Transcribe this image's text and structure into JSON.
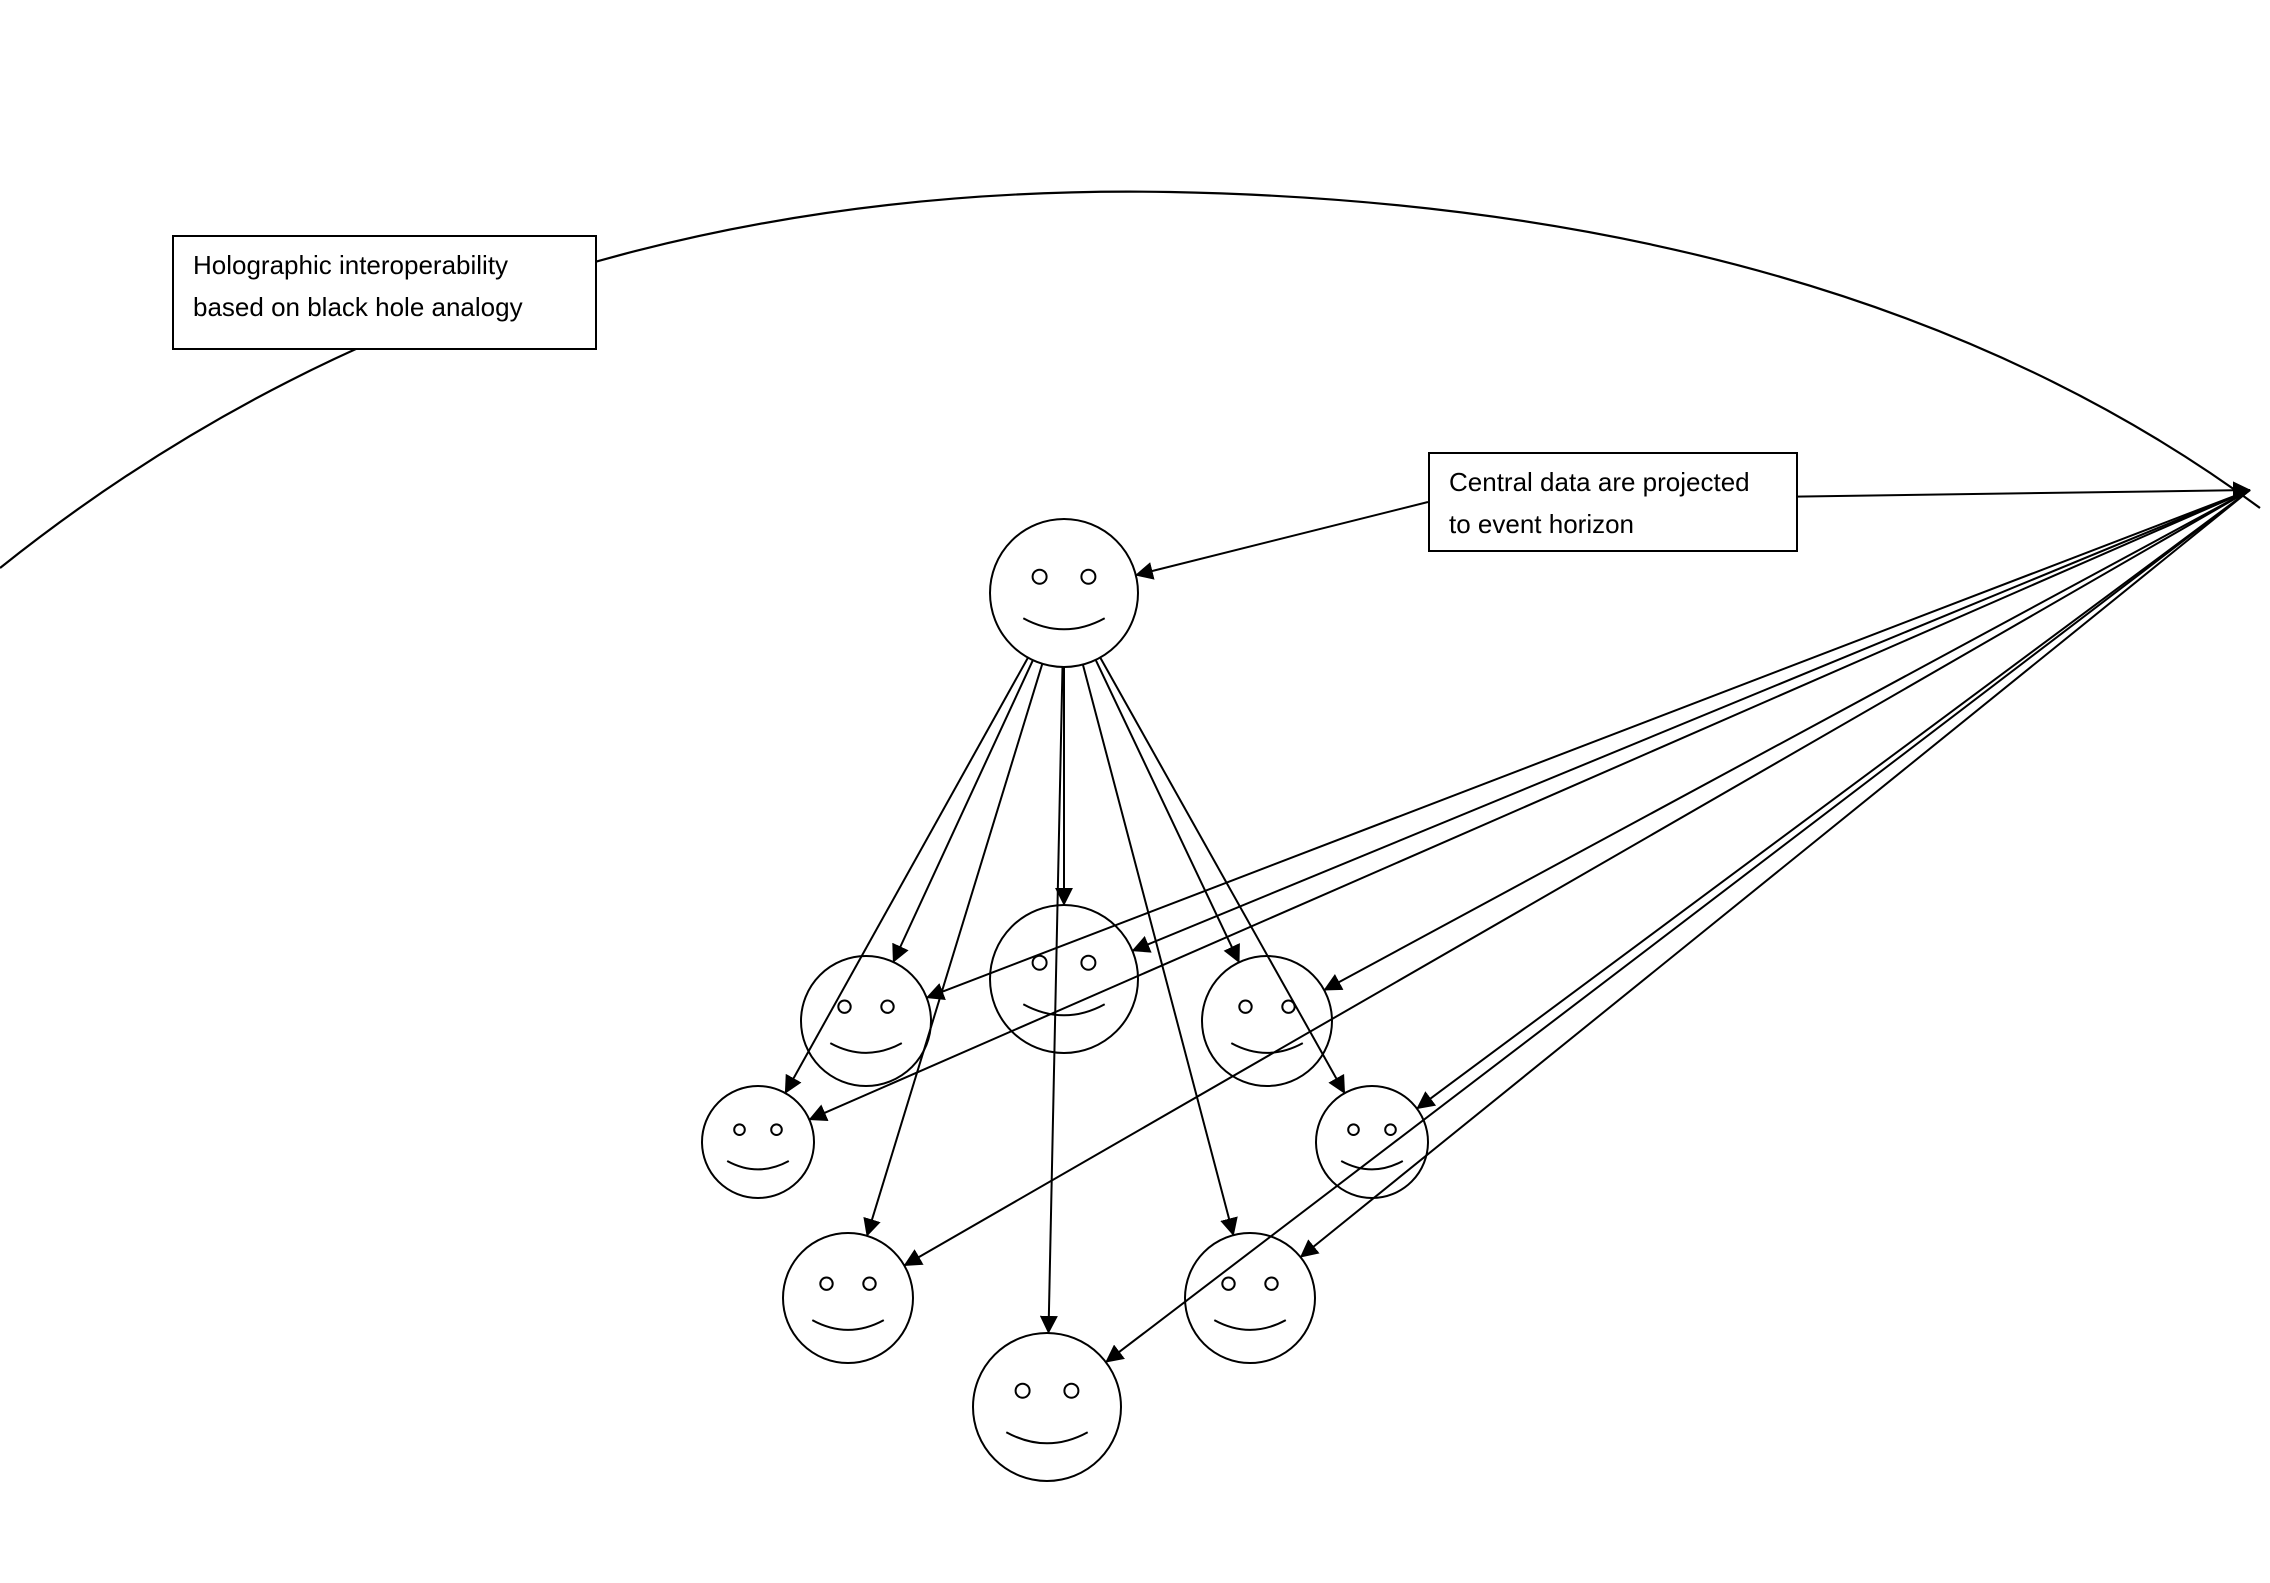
{
  "labels": {
    "title": "Holographic interoperability\nbased on black hole analogy",
    "callout": "Central data are projected\nto event horizon"
  },
  "nodes": [
    {
      "id": "central",
      "role": "central data"
    },
    {
      "id": "peer-1"
    },
    {
      "id": "peer-2"
    },
    {
      "id": "peer-3"
    },
    {
      "id": "peer-4"
    },
    {
      "id": "peer-5"
    },
    {
      "id": "peer-6"
    },
    {
      "id": "peer-7"
    },
    {
      "id": "peer-8"
    }
  ],
  "edges": [
    {
      "from": "callout",
      "to": "central"
    },
    {
      "from": "callout",
      "to": "event-horizon-point"
    },
    {
      "from": "central",
      "to": "peer-1"
    },
    {
      "from": "central",
      "to": "peer-2"
    },
    {
      "from": "central",
      "to": "peer-3"
    },
    {
      "from": "central",
      "to": "peer-4"
    },
    {
      "from": "central",
      "to": "peer-5"
    },
    {
      "from": "central",
      "to": "peer-6"
    },
    {
      "from": "central",
      "to": "peer-7"
    },
    {
      "from": "central",
      "to": "peer-8"
    },
    {
      "from": "event-horizon-point",
      "to": "peer-1"
    },
    {
      "from": "event-horizon-point",
      "to": "peer-2"
    },
    {
      "from": "event-horizon-point",
      "to": "peer-3"
    },
    {
      "from": "event-horizon-point",
      "to": "peer-4"
    },
    {
      "from": "event-horizon-point",
      "to": "peer-5"
    },
    {
      "from": "event-horizon-point",
      "to": "peer-6"
    },
    {
      "from": "event-horizon-point",
      "to": "peer-7"
    },
    {
      "from": "event-horizon-point",
      "to": "peer-8"
    }
  ],
  "colors": {
    "stroke": "#000000",
    "background": "#ffffff"
  }
}
